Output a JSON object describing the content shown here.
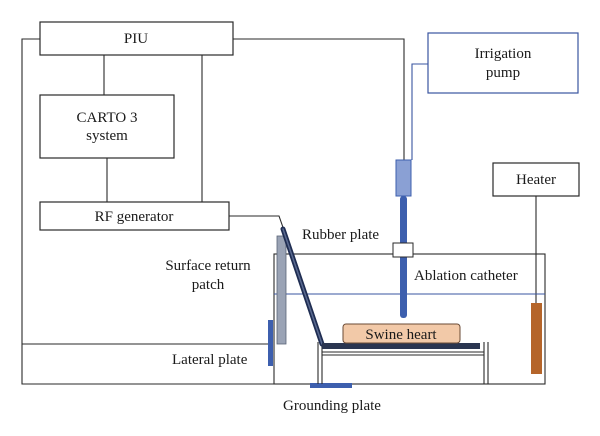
{
  "labels": {
    "piu": "PIU",
    "carto_line1": "CARTO 3",
    "carto_line2": "system",
    "rf_generator": "RF generator",
    "irrigation_line1": "Irrigation",
    "irrigation_line2": "pump",
    "heater": "Heater",
    "rubber_plate": "Rubber plate",
    "surface_return_line1": "Surface return",
    "surface_return_line2": "patch",
    "ablation_catheter": "Ablation catheter",
    "swine_heart": "Swine heart",
    "lateral_plate": "Lateral plate",
    "grounding_plate": "Grounding plate"
  },
  "colors": {
    "catheter_blue": "#3d5fae",
    "catheter_light": "#8aa0d4",
    "heater_brown": "#b5652a",
    "heart_fill": "#f2c9a8",
    "patch_gray": "#9aa3b5",
    "water_line": "#3a55a0",
    "line": "#2a2a2a"
  }
}
